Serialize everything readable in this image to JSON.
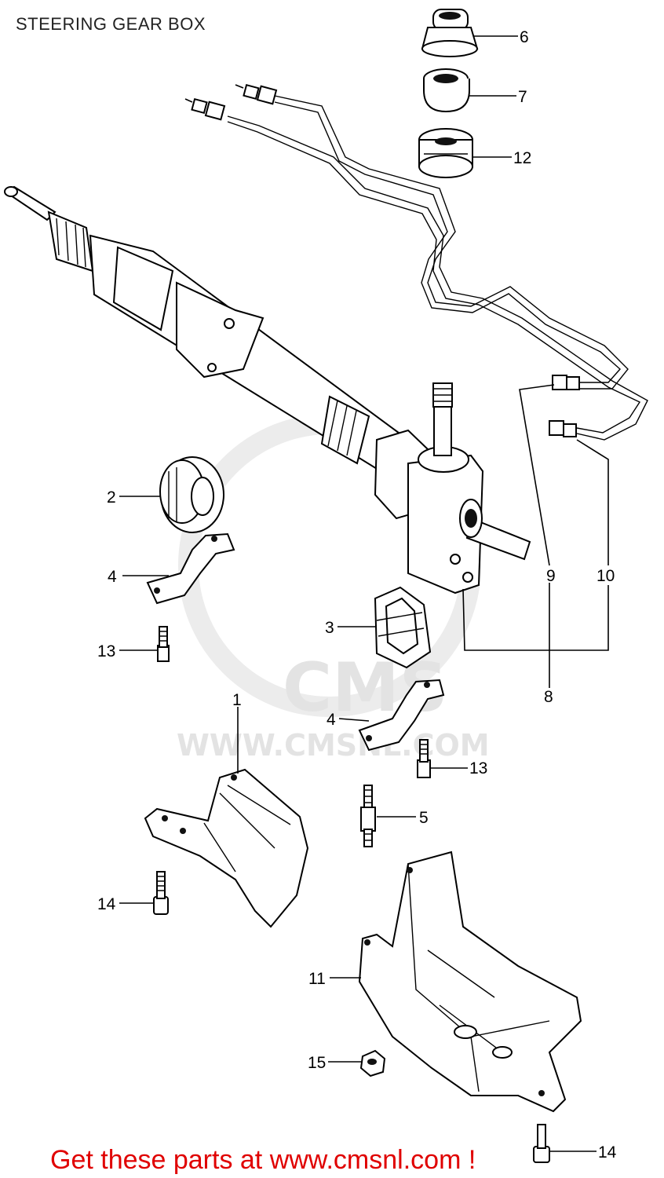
{
  "title": "STEERING GEAR BOX",
  "footer": "Get these parts at www.cmsnl.com !",
  "watermark": {
    "logo": "CMS",
    "url": "WWW.CMSNL.COM"
  },
  "callouts": {
    "p1": "1",
    "p2": "2",
    "p3": "3",
    "p4a": "4",
    "p4b": "4",
    "p5": "5",
    "p6": "6",
    "p7": "7",
    "p8": "8",
    "p9": "9",
    "p10": "10",
    "p11": "11",
    "p12": "12",
    "p13a": "13",
    "p13b": "13",
    "p14a": "14",
    "p14b": "14",
    "p15": "15"
  },
  "colors": {
    "footer": "#e00000",
    "line": "#000000",
    "watermark": "#e3e3e3"
  }
}
